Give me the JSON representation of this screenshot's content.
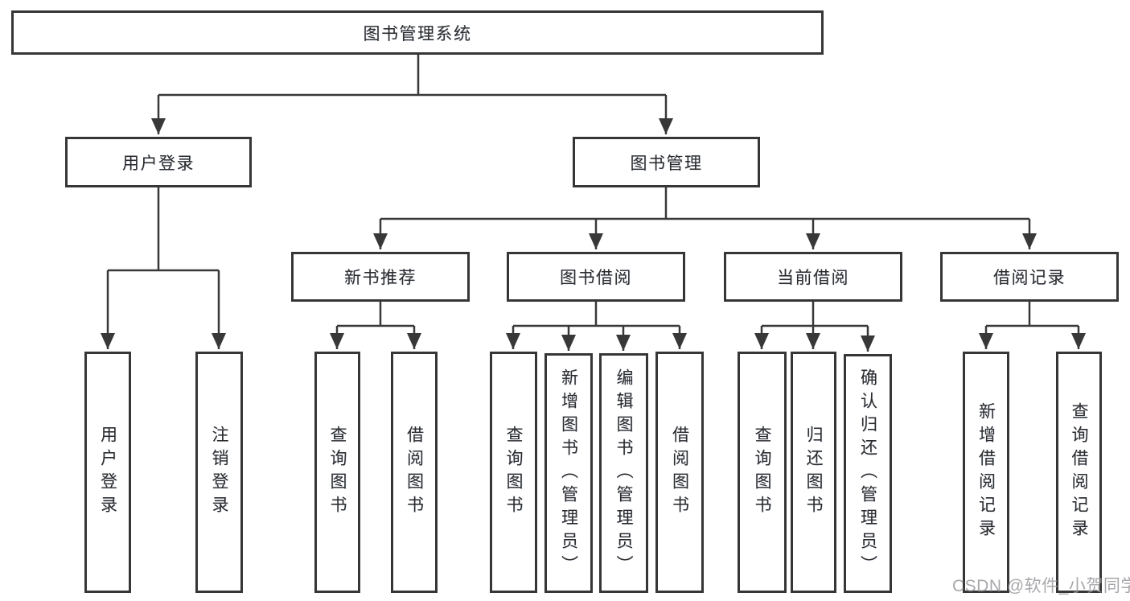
{
  "diagram": {
    "title": "图书管理系统",
    "nodes": {
      "root": "图书管理系统",
      "user_login": "用户登录",
      "book_mgmt": "图书管理",
      "new_book": "新书推荐",
      "book_borrow": "图书借阅",
      "current_borrow": "当前借阅",
      "borrow_record": "借阅记录",
      "leaf_user_login": "用户登录",
      "leaf_logout": "注销登录",
      "leaf_nb_query": "查询图书",
      "leaf_nb_borrow": "借阅图书",
      "leaf_bb_query": "查询图书",
      "leaf_bb_add": "新增图书（管理员）",
      "leaf_bb_edit": "编辑图书（管理员）",
      "leaf_bb_borrow": "借阅图书",
      "leaf_cb_query": "查询图书",
      "leaf_cb_return": "归还图书",
      "leaf_cb_confirm": "确认归还（管理员）",
      "leaf_br_add": "新增借阅记录",
      "leaf_br_query": "查询借阅记录"
    },
    "line_color": "#383838",
    "watermark": "CSDN @软件_小贺同学"
  }
}
